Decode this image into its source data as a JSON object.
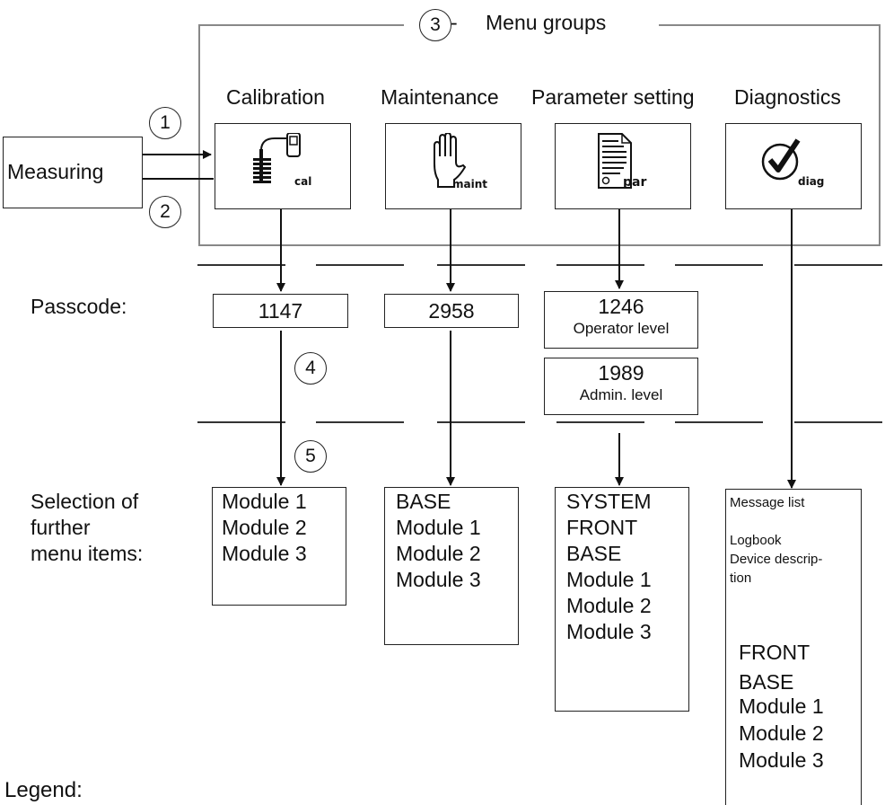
{
  "menu_groups_title": "Menu groups",
  "markers": {
    "m1": "1",
    "m2": "2",
    "m3": "3",
    "m4": "4",
    "m5": "5"
  },
  "measuring": "Measuring",
  "groups": {
    "calibration": {
      "title": "Calibration",
      "icon": "calibration-sensor-icon",
      "icon_label": "cal"
    },
    "maintenance": {
      "title": "Maintenance",
      "icon": "hand-icon",
      "icon_label": "maint"
    },
    "parameter": {
      "title": "Parameter setting",
      "icon": "document-icon",
      "icon_label": "par"
    },
    "diagnostics": {
      "title": "Diagnostics",
      "icon": "checkmark-circle-icon",
      "icon_label": "diag"
    }
  },
  "passcode_label": "Passcode:",
  "passcodes": {
    "calibration": "1147",
    "maintenance": "2958",
    "operator_code": "1246",
    "operator_level": "Operator level",
    "admin_code": "1989",
    "admin_level": "Admin. level"
  },
  "selection_label": [
    "Selection of",
    "further",
    "menu items:"
  ],
  "menu_items": {
    "calibration": [
      "Module 1",
      "Module 2",
      "Module 3"
    ],
    "maintenance": [
      "BASE",
      "Module 1",
      "Module 2",
      "Module 3"
    ],
    "parameter": [
      "SYSTEM",
      "FRONT",
      "BASE",
      "Module 1",
      "Module 2",
      "Module 3"
    ],
    "diagnostics_small": [
      "Message list",
      "",
      "Logbook",
      "Device descrip-",
      "tion"
    ],
    "diagnostics": [
      "FRONT",
      "BASE",
      "Module 1",
      "Module 2",
      "Module 3"
    ]
  },
  "legend": "Legend:"
}
